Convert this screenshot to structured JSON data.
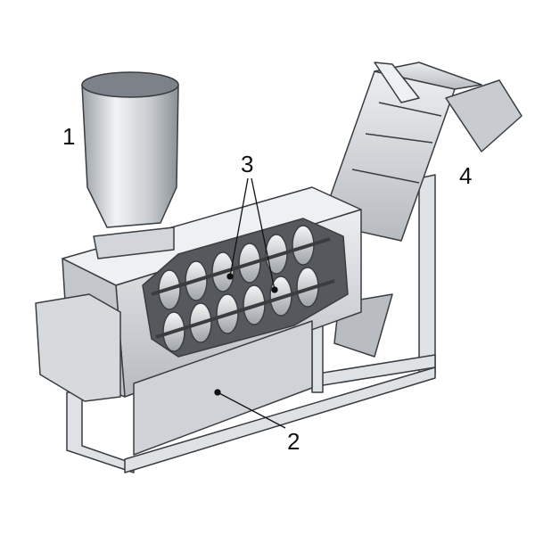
{
  "diagram": {
    "labels": {
      "hopper": "1",
      "collection_tray": "2",
      "screw_augers": "3",
      "conveyor": "4"
    },
    "colors": {
      "metal_light": "#e4e6e8",
      "metal_mid": "#c4c8cc",
      "metal_dark": "#8e9399",
      "interior": "#55595e",
      "outline": "#3a3d40"
    }
  }
}
